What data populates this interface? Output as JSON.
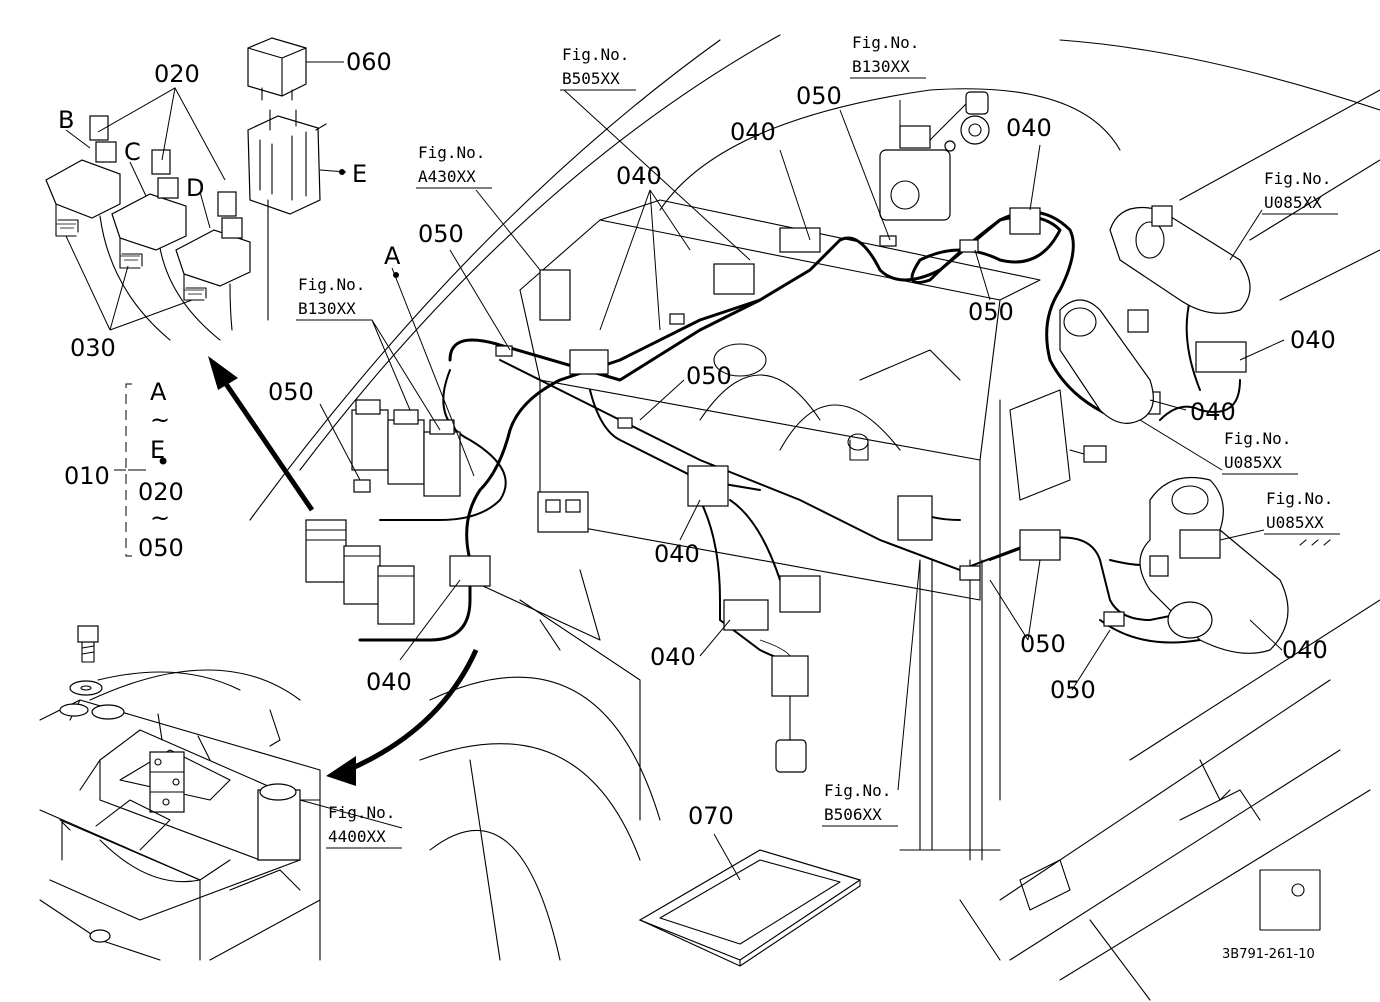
{
  "part_numbers": {
    "p010": "010",
    "p020": "020",
    "p030": "030",
    "p040": "040",
    "p050": "050",
    "p060": "060",
    "p070": "070"
  },
  "letters": {
    "A": "A",
    "B": "B",
    "C": "C",
    "D": "D",
    "E": "E"
  },
  "set_bracket": {
    "range_top": "A",
    "tilde1": "~",
    "range_mid": "E",
    "dot": "•",
    "range_low1": "020",
    "tilde2": "~",
    "range_low2": "050"
  },
  "fig_refs": {
    "fig_label": "Fig.No.",
    "b505": "B505XX",
    "b130_top": "B130XX",
    "a430": "A430XX",
    "b130_left": "B130XX",
    "u085_1": "U085XX",
    "u085_2": "U085XX",
    "u085_3": "U085XX",
    "x4400": "4400XX",
    "b506": "B506XX"
  },
  "drawing_code": "3B791-261-10"
}
